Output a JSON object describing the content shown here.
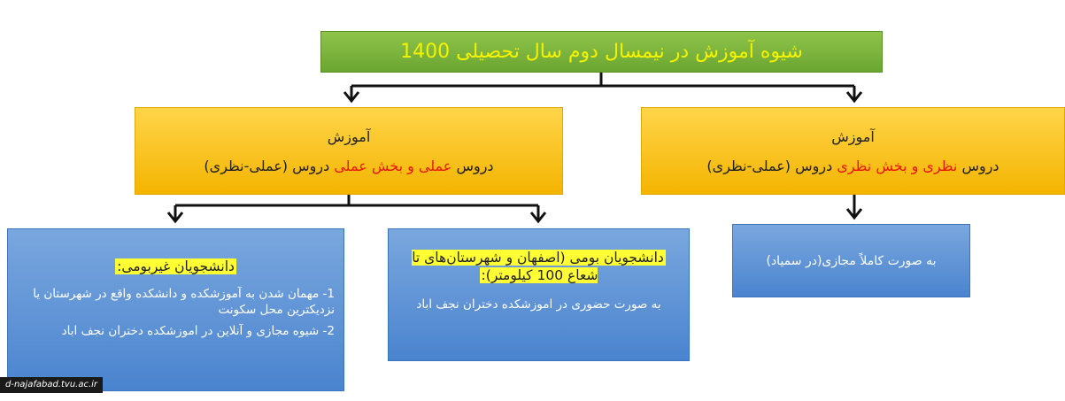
{
  "root": {
    "title": "شیوه آموزش در نیمسال دوم سال تحصیلی 1400"
  },
  "right_branch": {
    "line1": "آموزش",
    "line2_pre": "دروس ",
    "line2_red": "نظری و بخش نظری",
    "line2_post": " دروس (عملی-نظری)"
  },
  "left_branch": {
    "line1": "آموزش",
    "line2_pre": "دروس ",
    "line2_red": "عملی و بخش عملی",
    "line2_post": " دروس (عملی-نظری)"
  },
  "virtual_box": {
    "text": "به صورت کاملاً مجازی(در سمیاد)"
  },
  "native_box": {
    "heading": "دانشجویان بومی (اصفهان و شهرستان‌های تا شعاع 100 کیلومتر):",
    "text": "به صورت حضوری در اموزشکده دختران نجف اباد"
  },
  "nonnative_box": {
    "heading": "دانشجویان غیربومی:",
    "item1": "1- مهمان شدن به آموزشکده و دانشکده واقع در شهرستان یا نزدیکترین محل سکونت",
    "item2": "2- شیوه مجازی و آنلاین در اموزشکده دختران نجف اباد"
  },
  "watermark": "d-najafabad.tvu.ac.ir",
  "colors": {
    "green": "#7ab83d",
    "orange": "#f9c31f",
    "blue": "#5b93d6",
    "red": "#e8170f",
    "yellow_text": "#f5f200"
  }
}
